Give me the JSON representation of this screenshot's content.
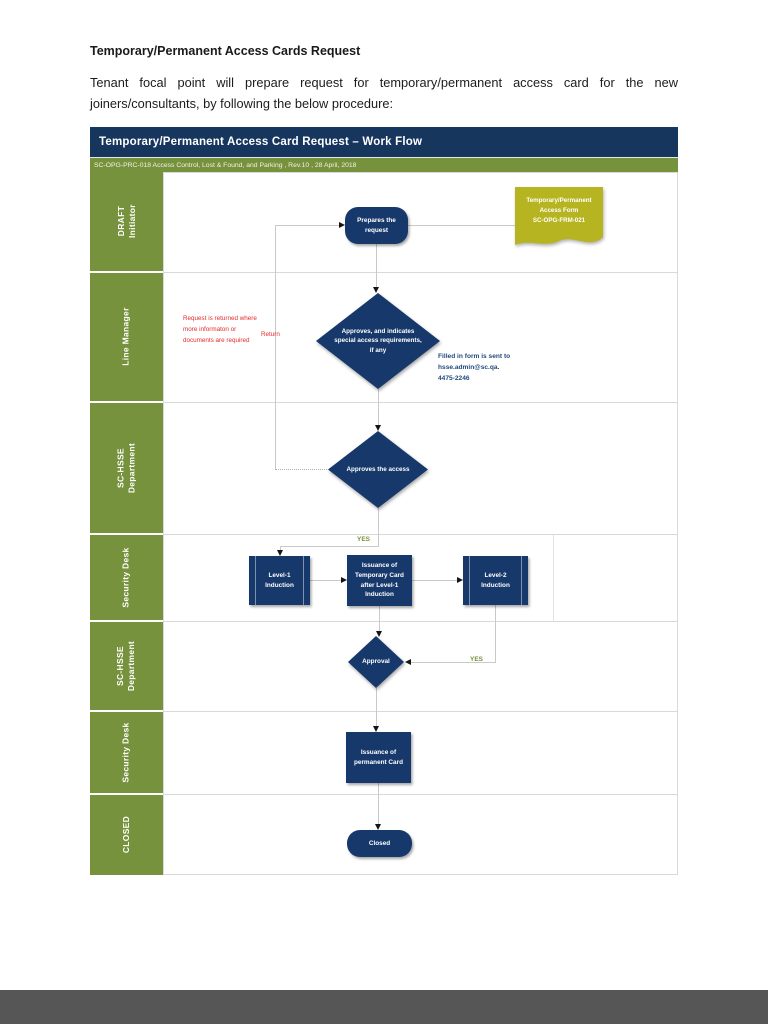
{
  "page": {
    "heading": "Temporary/Permanent Access Cards Request",
    "intro_line1": "Tenant focal point will prepare request for temporary/permanent access card for the new",
    "intro_line2": "joiners/consultants, by following the below procedure:"
  },
  "flowchart": {
    "title": "Temporary/Permanent Access Card Request – Work Flow",
    "subtitle": "SC-OPG-PRC-018 Access Control, Lost & Found, and Parking , Rev.10 , 28 April, 2018",
    "lanes": [
      {
        "label": "DRAFT\nInitiator"
      },
      {
        "label": "Line Manager"
      },
      {
        "label": "SC-HSSE Department"
      },
      {
        "label": "Security Desk"
      },
      {
        "label": "SC-HSSE\nDepartment"
      },
      {
        "label": "Security Desk"
      },
      {
        "label": "CLOSED"
      }
    ],
    "nodes": {
      "prepares": "Prepares the\nrequest",
      "access_form": "Temporary/Permanent\nAccess Form\nSC-OPG-FRM-021",
      "approve_indicates": "Approves, and indicates\nspecial access requirements,\nif any",
      "approves_access": "Approves the access",
      "level1_induction": "Level-1\nInduction",
      "issuance_temporary": "Issuance of\nTemporary Card\nafter Level-1\nInduction",
      "level2_induction": "Level-2\nInduction",
      "approval": "Approval",
      "issuance_permanent": "Issuance of\npermanent Card",
      "closed": "Closed"
    },
    "annotations": {
      "return_note": "Request is returned where\nmore informaton or\ndocuments are required",
      "return_label": "Return",
      "sent_note": "Filled in form is sent to\nhsse.admin@sc.qa.\n4475-2246",
      "yes1": "YES",
      "yes2": "YES"
    },
    "colors": {
      "navy": "#17386B",
      "title_bar": "#17365D",
      "olive": "#76923C",
      "form_yellow": "#B6B420",
      "note_red": "#E32B2B",
      "note_blue": "#1F497D",
      "grid_gray": "#D9D9D9",
      "footer_gray": "#565656"
    }
  }
}
